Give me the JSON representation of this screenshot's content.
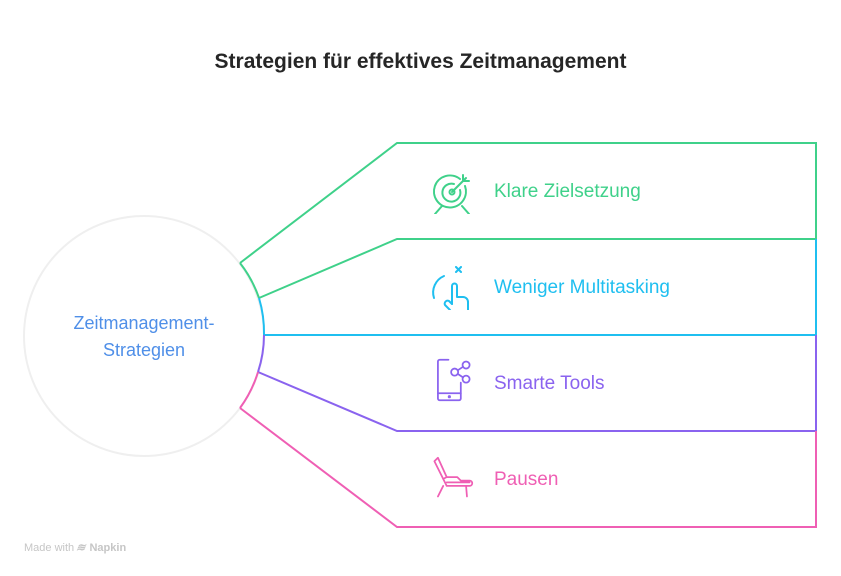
{
  "title": "Strategien für effektives Zeitmanagement",
  "center": {
    "line1": "Zeitmanagement-",
    "line2": "Strategien",
    "color": "#4f8fe8"
  },
  "items": [
    {
      "label": "Klare Zielsetzung",
      "icon": "target-arrow-icon",
      "color": "#3fd18a"
    },
    {
      "label": "Weniger Multitasking",
      "icon": "hand-pointer-x-icon",
      "color": "#1fbff0"
    },
    {
      "label": "Smarte Tools",
      "icon": "smartphone-share-icon",
      "color": "#8a63ef"
    },
    {
      "label": "Pausen",
      "icon": "armchair-icon",
      "color": "#ef5fb4"
    }
  ],
  "footer": {
    "made_with": "Made with",
    "brand": "Napkin"
  }
}
